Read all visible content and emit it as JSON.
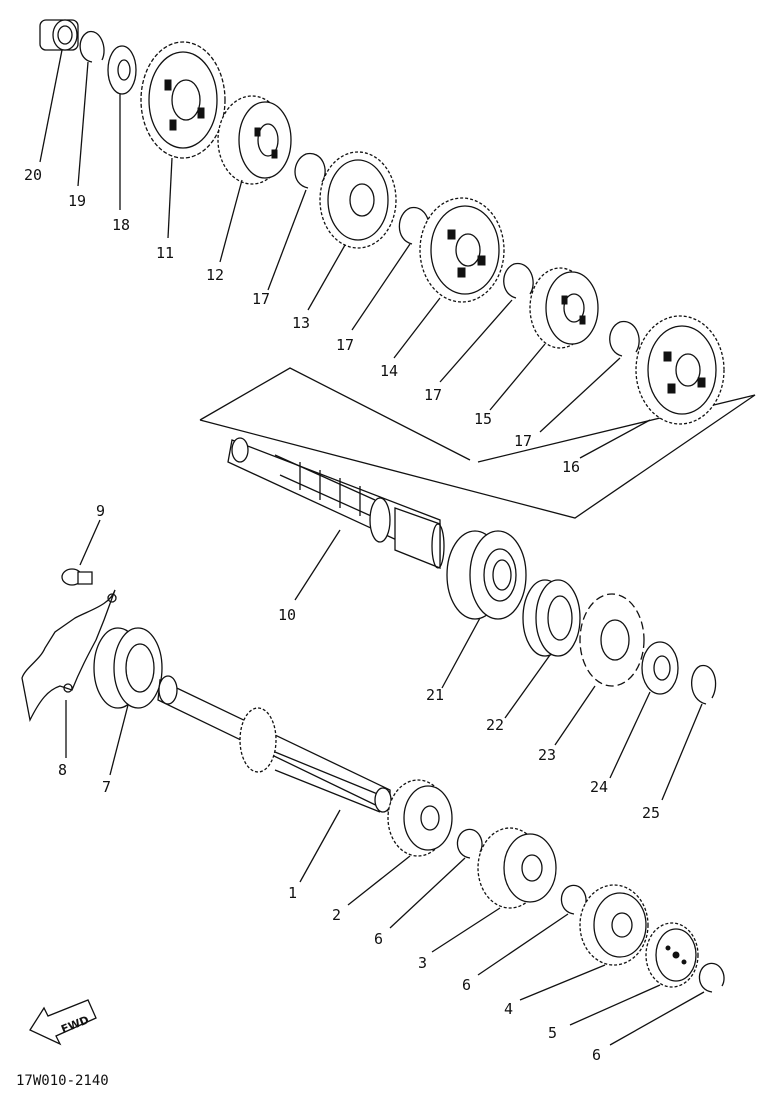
{
  "figure_code": "17W010-2140",
  "fwd_label": "FWD",
  "labels": {
    "p1": "1",
    "p2": "2",
    "p3": "3",
    "p4": "4",
    "p5": "5",
    "p6a": "6",
    "p6b": "6",
    "p6c": "6",
    "p7": "7",
    "p8": "8",
    "p9": "9",
    "p10": "10",
    "p11": "11",
    "p12": "12",
    "p13": "13",
    "p14": "14",
    "p15": "15",
    "p16": "16",
    "p17a": "17",
    "p17b": "17",
    "p17c": "17",
    "p17d": "17",
    "p18": "18",
    "p19": "19",
    "p20": "20",
    "p21": "21",
    "p22": "22",
    "p23": "23",
    "p24": "24",
    "p25": "25"
  },
  "colors": {
    "ink": "#111111",
    "paper": "#ffffff"
  }
}
